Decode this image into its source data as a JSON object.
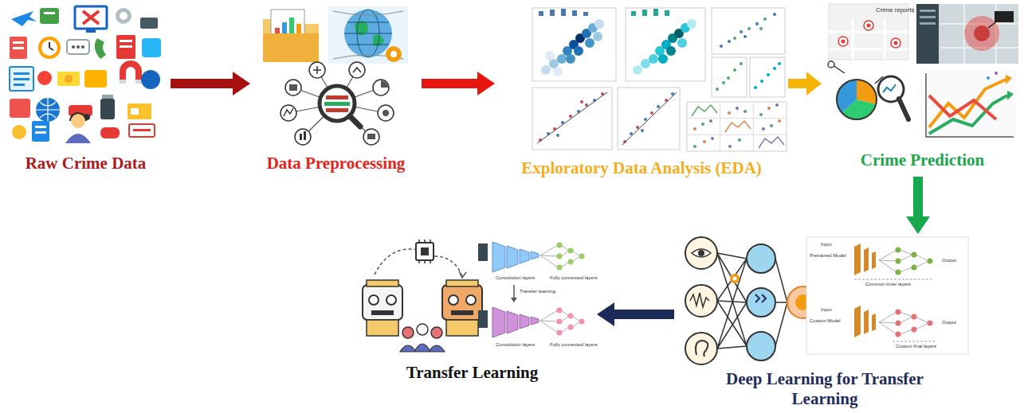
{
  "diagram": {
    "nodes": [
      {
        "text": [
          "Raw Crime Data"
        ]
      },
      {
        "text": [
          "Data Preprocessing"
        ]
      },
      {
        "text": [
          "Exploratory Data Analysis (EDA)"
        ]
      },
      {
        "text": [
          "Crime Prediction"
        ]
      },
      {
        "text": [
          "Deep Learning for Transfer Learning"
        ]
      },
      {
        "text": [
          "Transfer Learning"
        ]
      }
    ],
    "edges": [
      {
        "from": 0,
        "to": 1,
        "arrow": "to"
      },
      {
        "from": 1,
        "to": 2,
        "arrow": "to"
      },
      {
        "from": 2,
        "to": 3,
        "arrow": "to"
      },
      {
        "from": 3,
        "to": 4,
        "arrow": "to"
      },
      {
        "from": 4,
        "to": 5,
        "arrow": "to"
      }
    ],
    "labels": [
      "Crime reports",
      "Pretrained Model",
      "Input",
      "Output",
      "Common inner layers",
      "Custom Model",
      "Input",
      "Output",
      "Custom final layers",
      "Convolution layers",
      "Fully connected layers",
      "Transfer learning",
      "Convolution layers",
      "Fully connected layers"
    ]
  }
}
